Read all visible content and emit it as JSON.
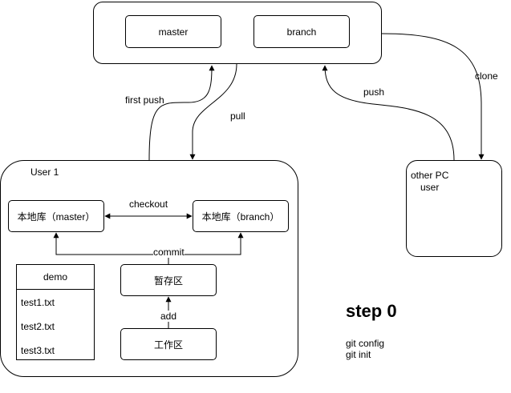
{
  "remote": {
    "master": "master",
    "branch": "branch"
  },
  "edges": {
    "first_push": "first push",
    "pull": "pull",
    "push": "push",
    "clone": "clone",
    "checkout": "checkout",
    "commit": "commit",
    "add": "add"
  },
  "user1": {
    "title": "User 1",
    "local_master": "本地库（master）",
    "local_branch": "本地库（branch）",
    "staging": "暂存区",
    "workspace": "工作区",
    "demo": {
      "title": "demo",
      "files": [
        "test1.txt",
        "test2.txt",
        "test3.txt"
      ]
    }
  },
  "other_pc": {
    "line1": "other PC",
    "line2": "user"
  },
  "step": {
    "title": "step 0",
    "commands": [
      "git config",
      "git init"
    ]
  }
}
